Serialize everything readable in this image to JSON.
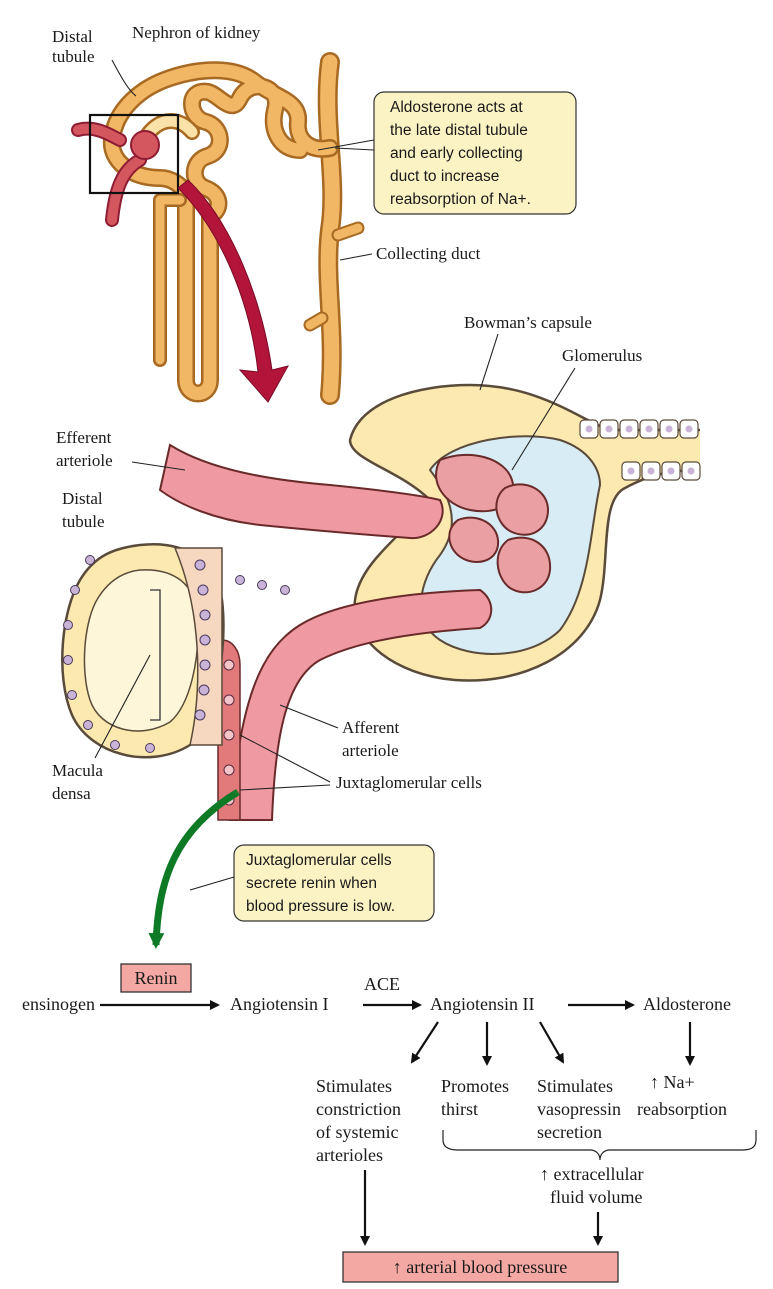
{
  "colors": {
    "tubule": "#f1b765",
    "tubule_light": "#fbe2a8",
    "blood": "#d4575f",
    "arteriole": "#ef9aa3",
    "callout_bg": "#fbf3c4",
    "box_fill": "#f3a8a3",
    "green_arrow": "#0f7a26",
    "red_arrow": "#b3153a"
  },
  "top": {
    "distal_tubule": [
      "Distal",
      "tubule"
    ],
    "nephron_title": "Nephron of kidney",
    "aldosterone_callout": [
      "Aldosterone acts at",
      "the late distal tubule",
      "and early collecting",
      "duct to increase",
      "reabsorption of Na+."
    ],
    "collecting_duct": "Collecting duct"
  },
  "middle": {
    "bowmans_capsule": "Bowman’s capsule",
    "glomerulus": "Glomerulus",
    "efferent_arteriole": [
      "Efferent",
      "arteriole"
    ],
    "distal_tubule": [
      "Distal",
      "tubule"
    ],
    "macula_densa": [
      "Macula",
      "densa"
    ],
    "afferent_arteriole": [
      "Afferent",
      "arteriole"
    ],
    "juxtaglomerular_cells": "Juxtaglomerular cells",
    "jg_callout": [
      "Juxtaglomerular cells",
      "secrete renin when",
      "blood pressure is low."
    ]
  },
  "flow": {
    "renin": "Renin",
    "angiotensinogen": "ensinogen",
    "angiotensin_1": "Angiotensin I",
    "ace": "ACE",
    "angiotensin_2": "Angiotensin II",
    "aldosterone": "Aldosterone",
    "stimulates_constriction": [
      "Stimulates",
      "constriction",
      "of systemic",
      "arterioles"
    ],
    "promotes_thirst": [
      "Promotes",
      "thirst"
    ],
    "stimulates_vasopressin": [
      "Stimulates",
      "vasopressin",
      "secretion"
    ],
    "na_reabsorption": [
      "↑ Na+",
      "reabsorption"
    ],
    "ecf_volume": [
      "↑ extracellular",
      "fluid volume"
    ],
    "arterial_bp": "↑ arterial blood pressure"
  }
}
